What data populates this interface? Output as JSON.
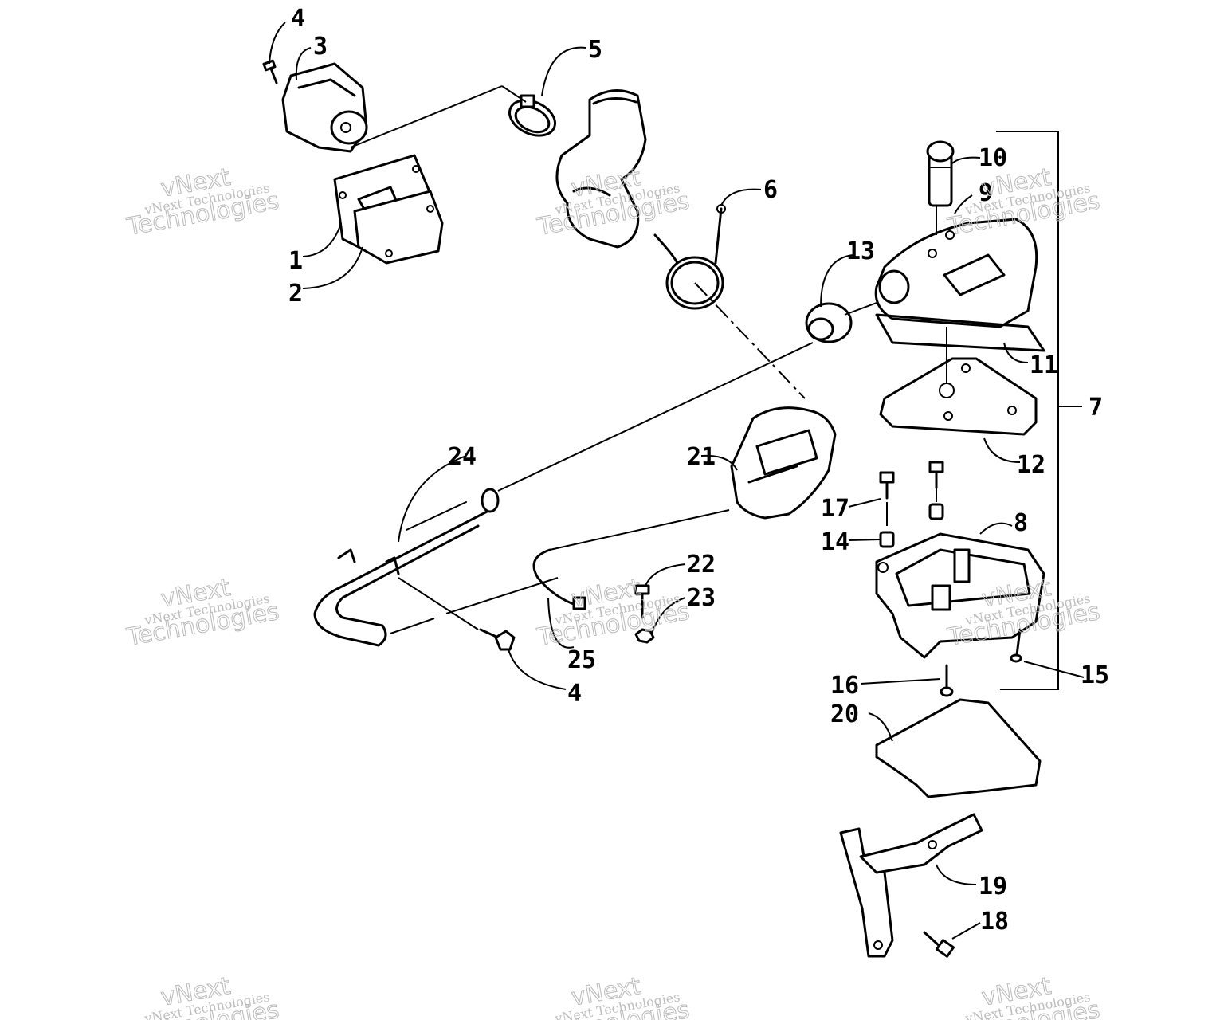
{
  "diagram": {
    "callouts": [
      "1",
      "2",
      "3",
      "4",
      "4",
      "5",
      "6",
      "7",
      "8",
      "9",
      "10",
      "11",
      "12",
      "13",
      "14",
      "15",
      "16",
      "17",
      "18",
      "19",
      "20",
      "21",
      "22",
      "23",
      "24",
      "25"
    ]
  },
  "watermark": {
    "brand_big": "vNext",
    "brand_small": "vNext Technologies",
    "brand_word": "Technologies"
  }
}
